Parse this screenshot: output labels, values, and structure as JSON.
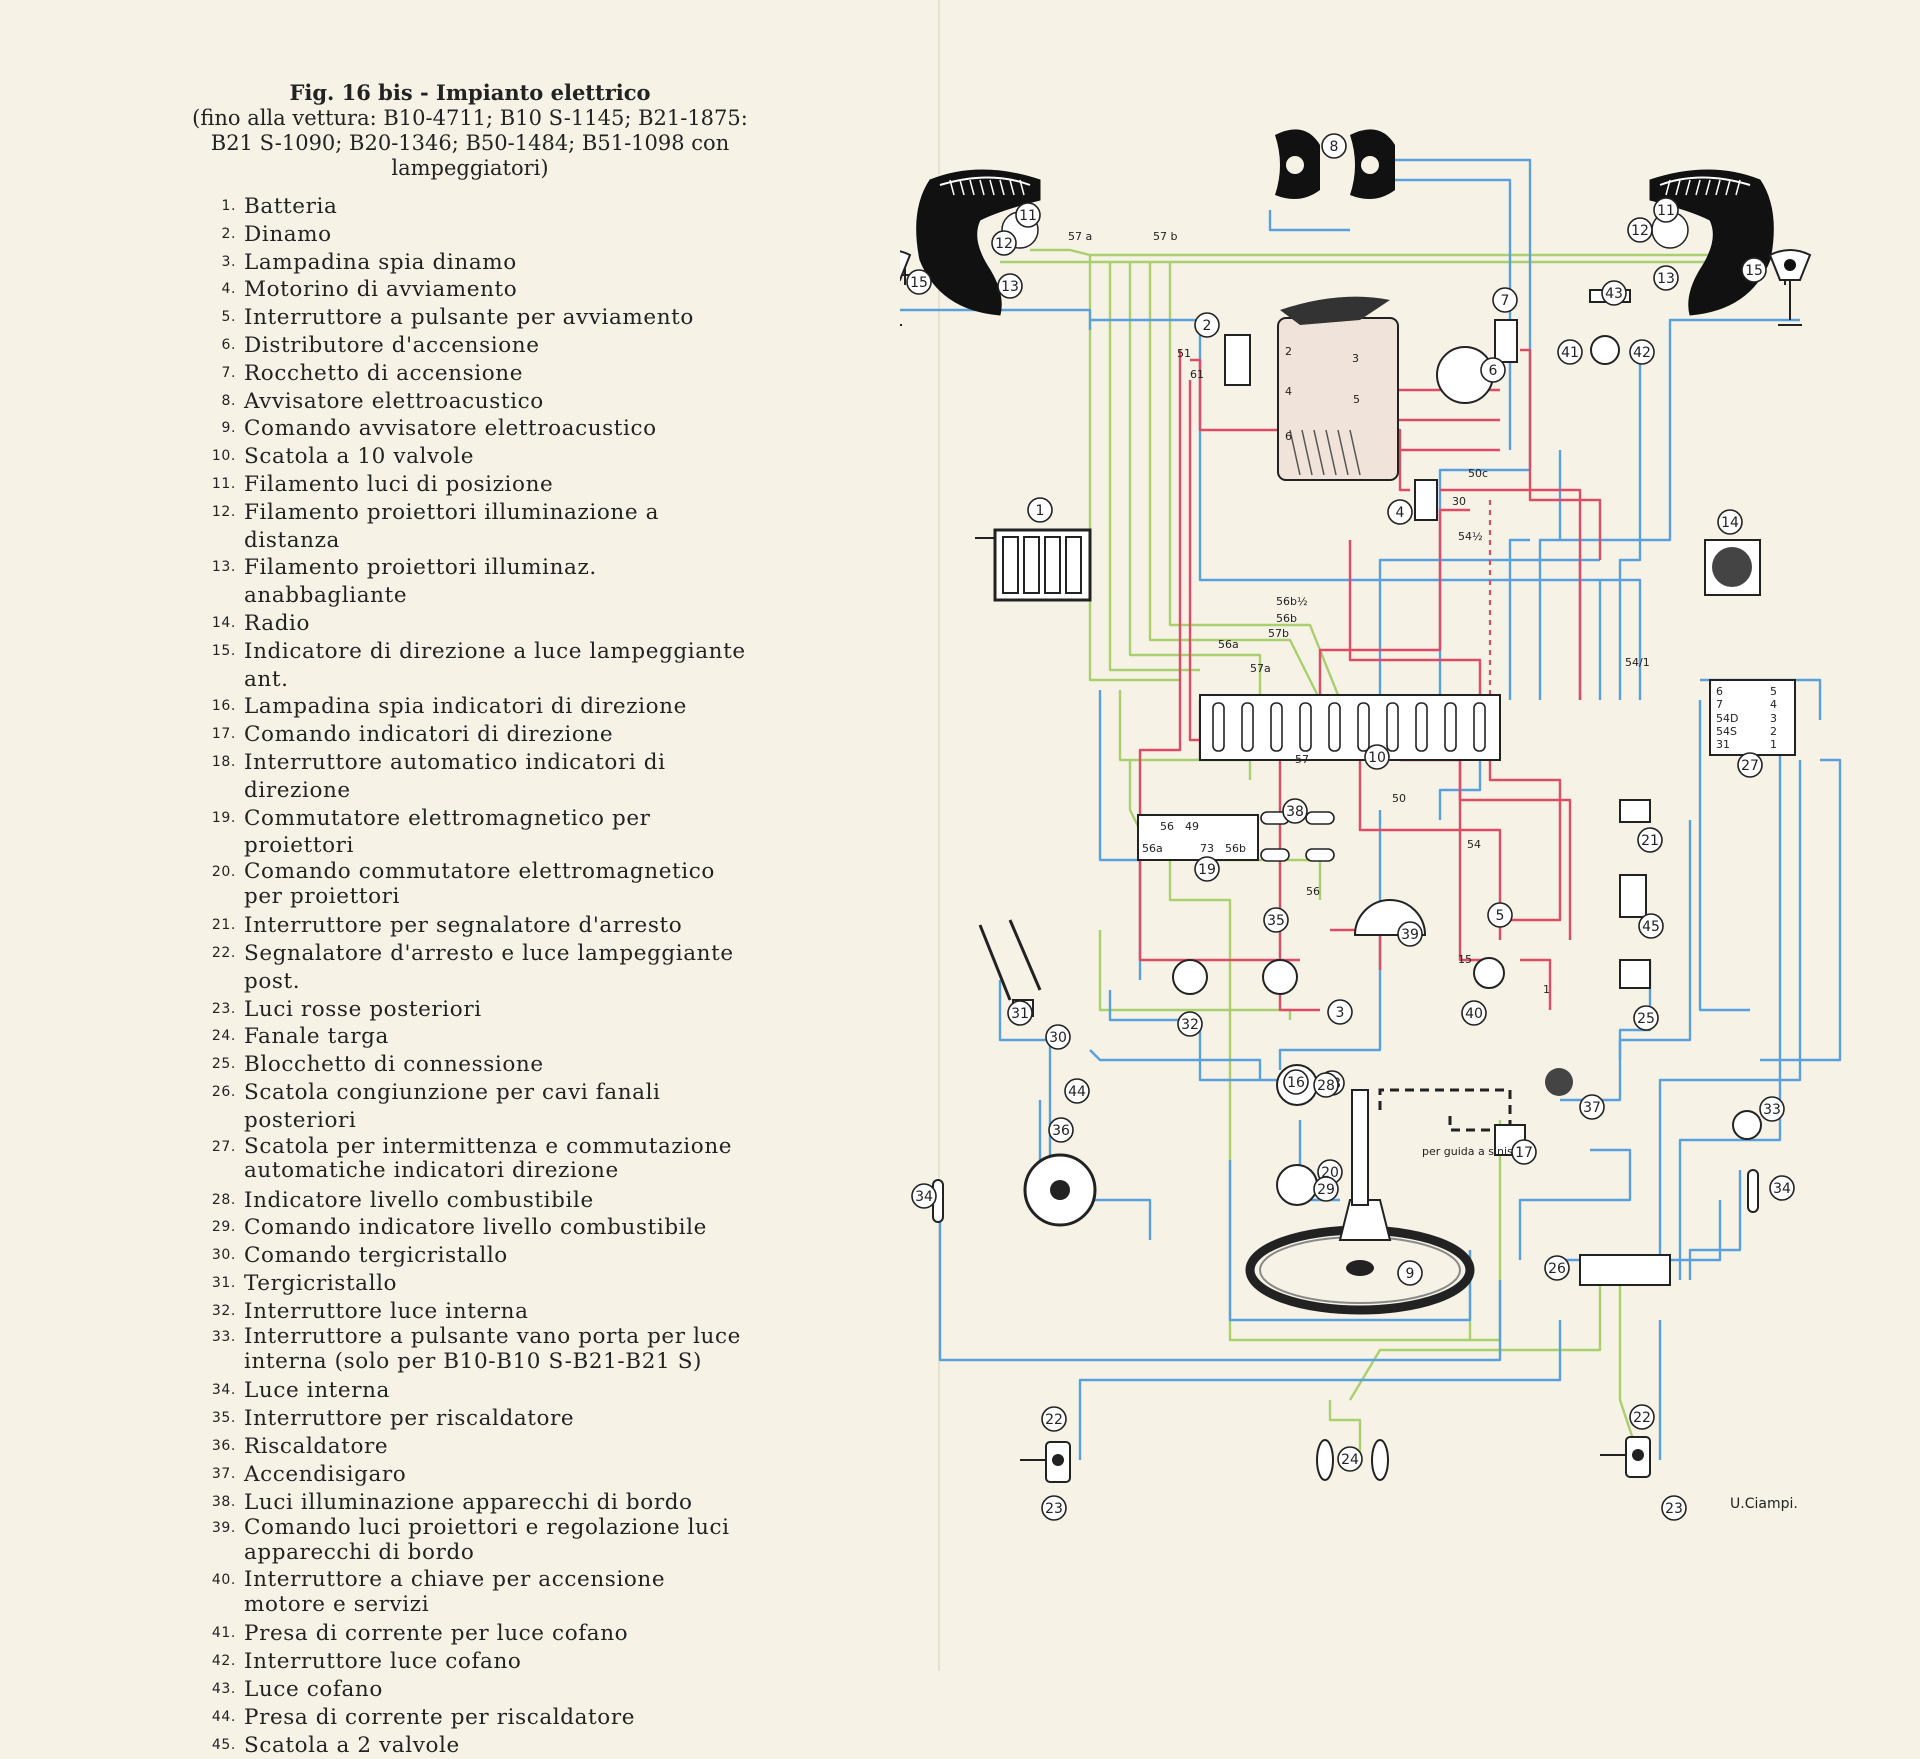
{
  "figure": {
    "title_bold": "Fig. 16 bis - Impianto elettrico",
    "subtitle_line1": "(fino alla vettura: B10-4711; B10 S-1145; B21-1875:",
    "subtitle_line2": "B21 S-1090; B20-1346; B50-1484; B51-1098 con",
    "subtitle_line3": "lampeggiatori)"
  },
  "legend": [
    {
      "n": "1.",
      "t": "Batteria"
    },
    {
      "n": "2.",
      "t": "Dinamo"
    },
    {
      "n": "3.",
      "t": "Lampadina spia dinamo"
    },
    {
      "n": "4.",
      "t": "Motorino di avviamento"
    },
    {
      "n": "5.",
      "t": "Interruttore a pulsante per avviamento"
    },
    {
      "n": "6.",
      "t": "Distributore d'accensione"
    },
    {
      "n": "7.",
      "t": "Rocchetto di accensione"
    },
    {
      "n": "8.",
      "t": "Avvisatore elettroacustico"
    },
    {
      "n": "9.",
      "t": "Comando avvisatore elettroacustico"
    },
    {
      "n": "10.",
      "t": "Scatola a 10 valvole"
    },
    {
      "n": "11.",
      "t": "Filamento luci di posizione"
    },
    {
      "n": "12.",
      "t": "Filamento proiettori illuminazione a distanza"
    },
    {
      "n": "13.",
      "t": "Filamento proiettori illuminaz. anabbagliante"
    },
    {
      "n": "14.",
      "t": "Radio"
    },
    {
      "n": "15.",
      "t": "Indicatore di direzione a luce lampeggiante ant."
    },
    {
      "n": "16.",
      "t": "Lampadina spia indicatori di direzione"
    },
    {
      "n": "17.",
      "t": "Comando indicatori di direzione"
    },
    {
      "n": "18.",
      "t": "Interruttore automatico indicatori di direzione"
    },
    {
      "n": "19.",
      "t": "Commutatore elettromagnetico per proiettori"
    },
    {
      "n": "20.",
      "t": "Comando commutatore elettromagnetico per proiettori"
    },
    {
      "n": "21.",
      "t": "Interruttore per segnalatore d'arresto"
    },
    {
      "n": "22.",
      "t": "Segnalatore d'arresto e luce lampeggiante post."
    },
    {
      "n": "23.",
      "t": "Luci rosse posteriori"
    },
    {
      "n": "24.",
      "t": "Fanale targa"
    },
    {
      "n": "25.",
      "t": "Blocchetto di connessione"
    },
    {
      "n": "26.",
      "t": "Scatola congiunzione per cavi fanali posteriori"
    },
    {
      "n": "27.",
      "t": "Scatola per intermittenza e commutazione automatiche indicatori direzione"
    },
    {
      "n": "28.",
      "t": "Indicatore livello combustibile"
    },
    {
      "n": "29.",
      "t": "Comando indicatore livello combustibile"
    },
    {
      "n": "30.",
      "t": "Comando tergicristallo"
    },
    {
      "n": "31.",
      "t": "Tergicristallo"
    },
    {
      "n": "32.",
      "t": "Interruttore luce interna"
    },
    {
      "n": "33.",
      "t": "Interruttore a pulsante vano porta per luce interna (solo per B10-B10 S-B21-B21 S)"
    },
    {
      "n": "34.",
      "t": "Luce interna"
    },
    {
      "n": "35.",
      "t": "Interruttore per riscaldatore"
    },
    {
      "n": "36.",
      "t": "Riscaldatore"
    },
    {
      "n": "37.",
      "t": "Accendisigaro"
    },
    {
      "n": "38.",
      "t": "Luci illuminazione apparecchi di bordo"
    },
    {
      "n": "39.",
      "t": "Comando luci proiettori e regolazione luci apparecchi di bordo"
    },
    {
      "n": "40.",
      "t": "Interruttore a chiave per accensione motore e servizi"
    },
    {
      "n": "41.",
      "t": "Presa di corrente per luce cofano"
    },
    {
      "n": "42.",
      "t": "Interruttore luce cofano"
    },
    {
      "n": "43.",
      "t": "Luce cofano"
    },
    {
      "n": "44.",
      "t": "Presa di corrente per riscaldatore"
    },
    {
      "n": "45.",
      "t": "Scatola a 2 valvole"
    }
  ],
  "diagram": {
    "signature": "U.Ciampi.",
    "wire_colors": {
      "green": "#a9cf6e",
      "blue": "#5aa0dc",
      "red": "#dc4c64",
      "black": "#222222"
    },
    "note": "per guida a sinistra",
    "terminals": [
      "57 a",
      "57 b",
      "51",
      "61",
      "50c",
      "30",
      "54½",
      "56b½",
      "56b",
      "56a",
      "57b",
      "57a",
      "54/1",
      "54",
      "57",
      "56",
      "50",
      "15",
      "1",
      "2",
      "3",
      "4",
      "5",
      "6"
    ],
    "box27": [
      "6",
      "7",
      "54D",
      "54S",
      "31",
      "5",
      "4",
      "3",
      "2",
      "1"
    ],
    "box19": [
      "56",
      "49",
      "56a",
      "73",
      "56b"
    ],
    "callouts": [
      "1",
      "2",
      "3",
      "4",
      "5",
      "6",
      "7",
      "8",
      "9",
      "10",
      "11",
      "12",
      "13",
      "14",
      "15",
      "16",
      "17",
      "18",
      "19",
      "20",
      "21",
      "22",
      "23",
      "24",
      "25",
      "26",
      "27",
      "28",
      "29",
      "30",
      "31",
      "32",
      "33",
      "34",
      "35",
      "36",
      "37",
      "38",
      "39",
      "40",
      "41",
      "42",
      "43",
      "44",
      "45"
    ]
  }
}
